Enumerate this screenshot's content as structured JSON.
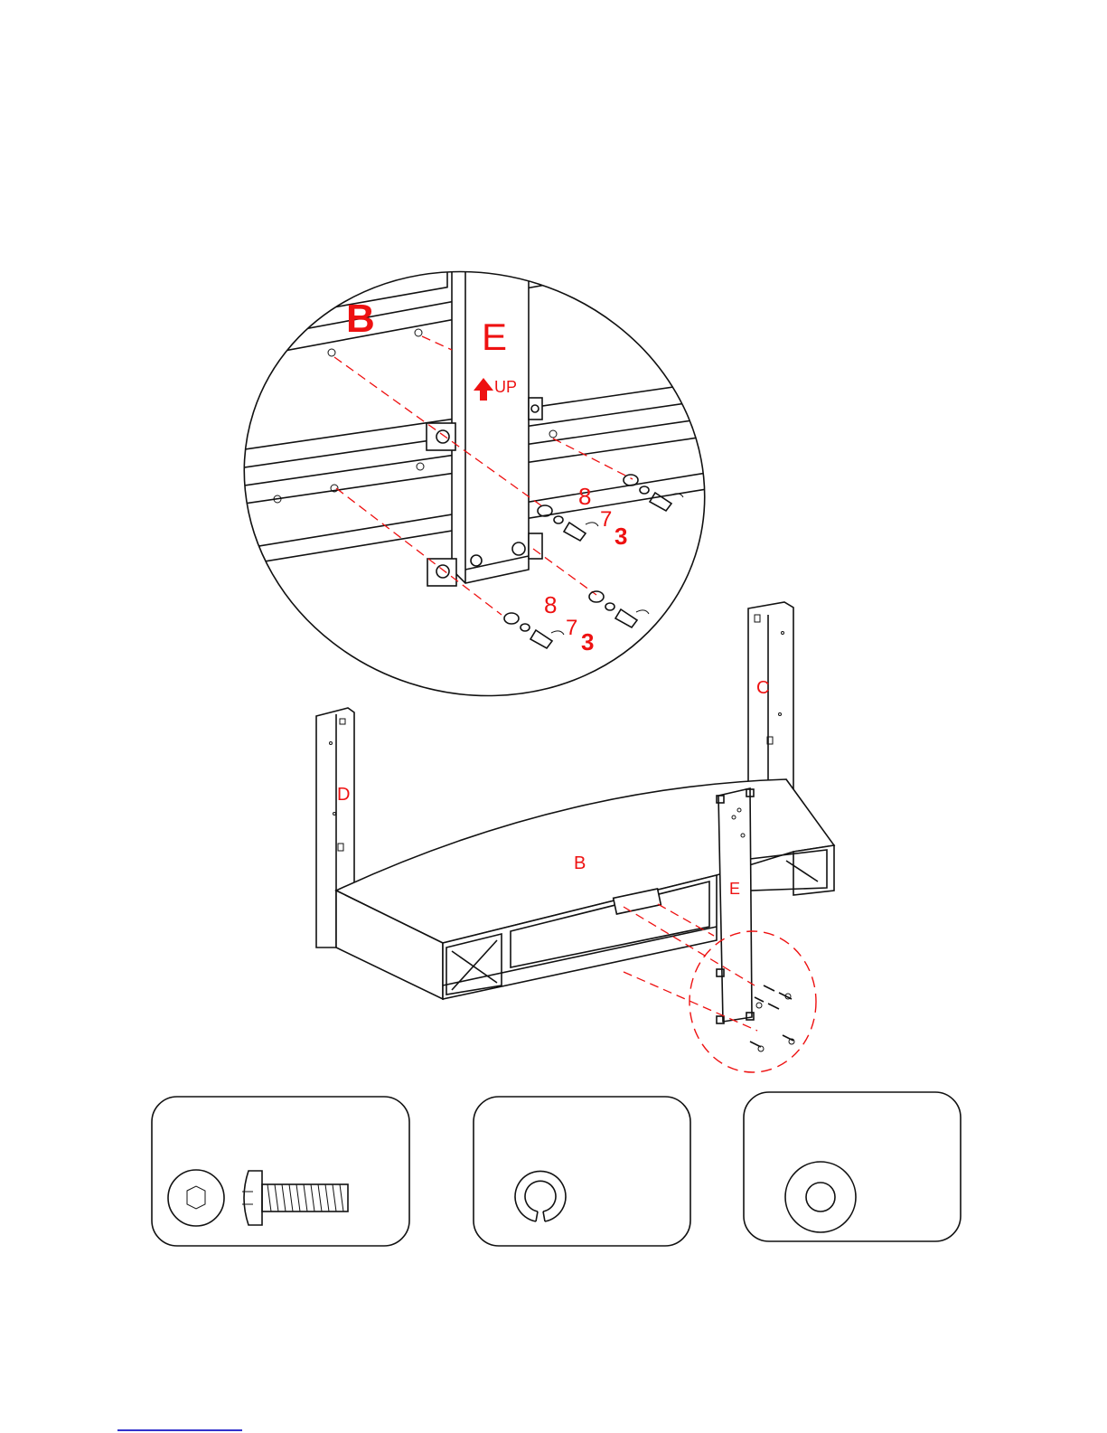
{
  "detail": {
    "part_b": "B",
    "part_e": "E",
    "up_label": "UP",
    "callout_upper": {
      "washer": "8",
      "lock_washer": "7",
      "bolt": "3"
    },
    "callout_lower": {
      "washer": "8",
      "lock_washer": "7",
      "bolt": "3"
    }
  },
  "assembly": {
    "part_b": "B",
    "part_c": "C",
    "part_d": "D",
    "part_e": "E"
  },
  "hardware": [
    {
      "name": "hex-bolt"
    },
    {
      "name": "split-lock-washer"
    },
    {
      "name": "flat-washer"
    }
  ],
  "colors": {
    "label": "#ee1111",
    "ink": "#111111",
    "footer_rule": "#3333cc"
  }
}
